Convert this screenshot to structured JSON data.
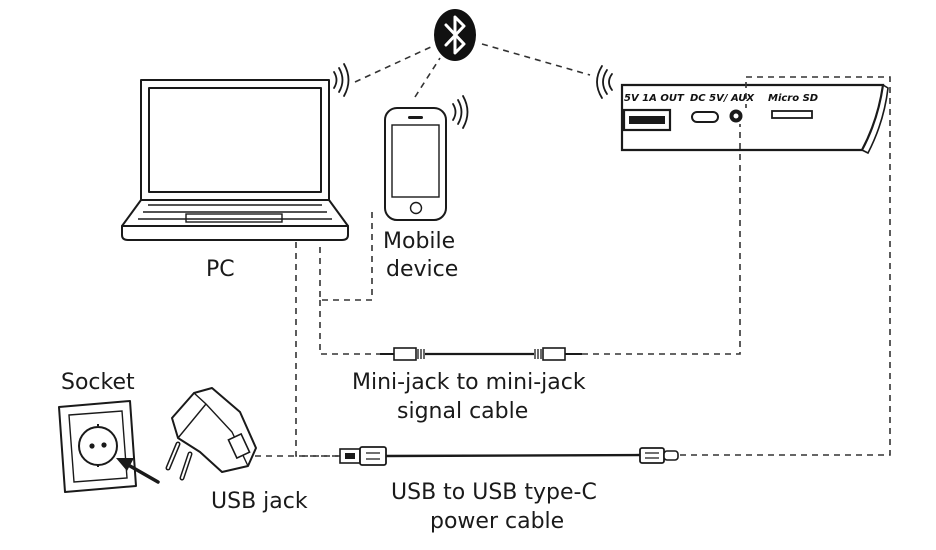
{
  "labels": {
    "pc": "PC",
    "mobile_line1": "Mobile",
    "mobile_line2": "device",
    "socket": "Socket",
    "usb_jack": "USB jack",
    "minijack_line1": "Mini-jack to mini-jack",
    "minijack_line2": "signal cable",
    "usb_cable_line1": "USB to USB type-C",
    "usb_cable_line2": "power cable"
  },
  "device_ports": {
    "out": "5V 1A OUT",
    "dc_aux": "DC 5V/ AUX",
    "micro_sd": "Micro SD"
  },
  "icons": [
    "bluetooth-icon",
    "wireless-signal-icon",
    "laptop-icon",
    "smartphone-icon",
    "wall-socket-icon",
    "usb-charger-icon",
    "minijack-plug-icon",
    "usb-plug-icon"
  ]
}
